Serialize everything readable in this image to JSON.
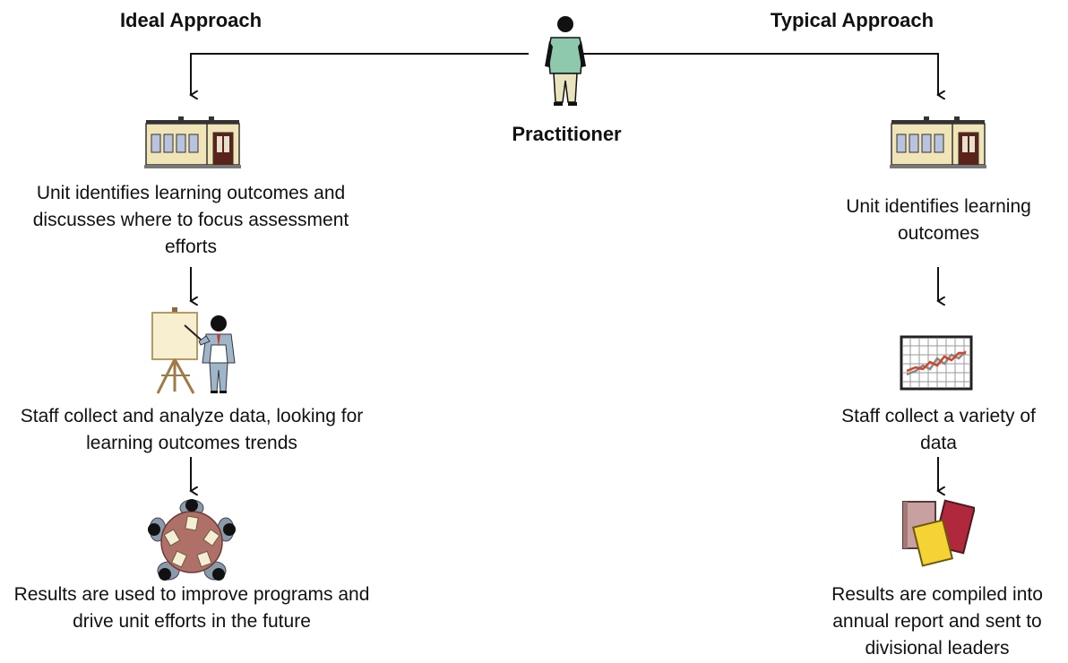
{
  "headings": {
    "ideal": "Ideal Approach",
    "typical": "Typical Approach",
    "practitioner": "Practitioner"
  },
  "ideal_steps": [
    "Unit identifies learning outcomes and discusses where to focus assessment efforts",
    "Staff collect and analyze data, looking for learning outcomes trends",
    "Results are used to improve programs and drive unit efforts in the future"
  ],
  "typical_steps": [
    "Unit identifies learning outcomes",
    "Staff collect a variety of data",
    "Results are compiled into annual report and sent to divisional leaders"
  ],
  "icons": {
    "practitioner": "person-icon",
    "ideal": [
      "building-icon",
      "presenter-easel-icon",
      "round-table-meeting-icon"
    ],
    "typical": [
      "building-icon",
      "line-chart-icon",
      "books-icon"
    ]
  }
}
